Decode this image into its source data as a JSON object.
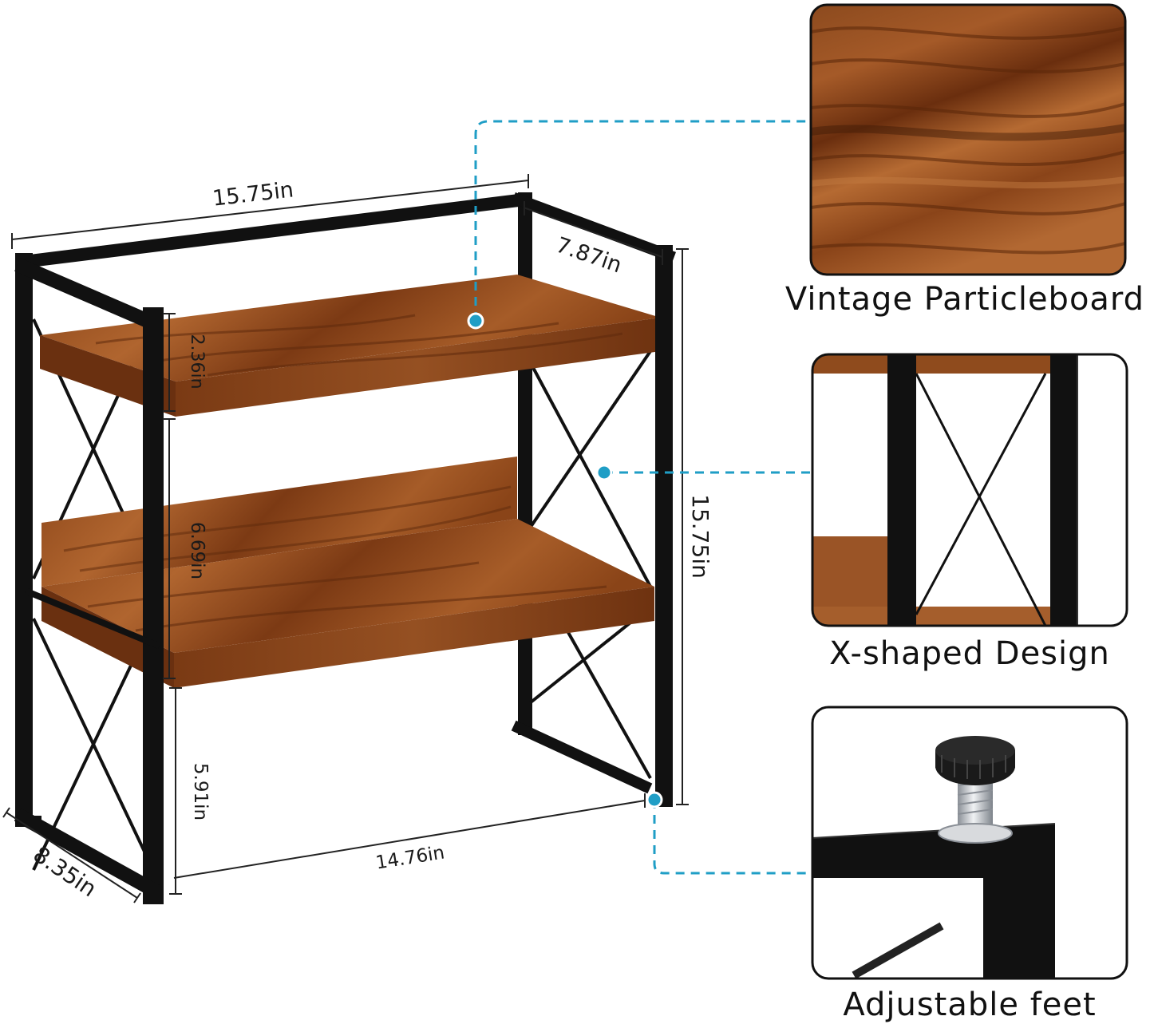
{
  "dimensions": {
    "top_width": "15.75in",
    "depth_top": "7.87in",
    "shelf_thickness": "2.36in",
    "shelf_gap": "6.69in",
    "height": "15.75in",
    "leg_height": "5.91in",
    "bottom_width": "14.76in",
    "depth_bottom": "8.35in"
  },
  "features": [
    {
      "caption": "Vintage Particleboard",
      "icon": "wood-grain-closeup"
    },
    {
      "caption": "X-shaped Design",
      "icon": "x-frame-closeup"
    },
    {
      "caption": "Adjustable feet",
      "icon": "leveling-foot-closeup"
    }
  ],
  "colors": {
    "wood_dark": "#6e3210",
    "wood_mid": "#9c5424",
    "wood_light": "#b86a34",
    "frame": "#111111",
    "callout": "#1f9ec6"
  }
}
